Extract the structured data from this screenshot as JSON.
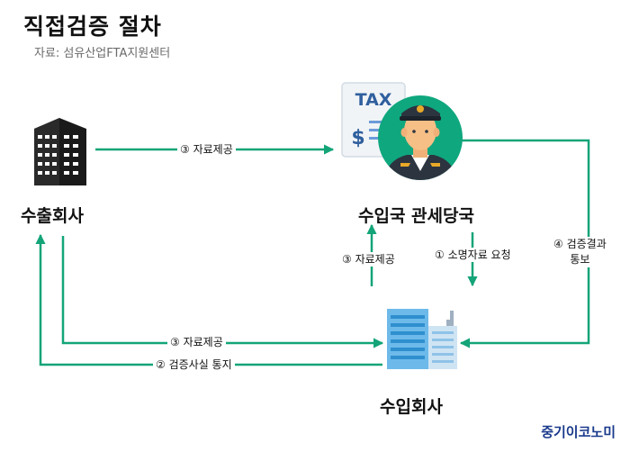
{
  "title": "직접검증 절차",
  "subtitle": "자료: 섬유산업FTA지원센터",
  "nodes": {
    "exporter": "수출회사",
    "customs": "수입국 관세당국",
    "importer": "수입회사"
  },
  "edges": {
    "exporter_to_customs": "③ 자료제공",
    "importer_to_customs": "③ 자료제공",
    "customs_request": "① 소명자료 요청",
    "customs_result_line1": "④ 검증결과",
    "customs_result_line2": "통보",
    "exporter_to_importer": "③ 자료제공",
    "importer_notice": "② 검증사실 통지"
  },
  "icons": {
    "tax_doc_text": "TAX",
    "tax_doc_symbol": "$"
  },
  "footer": "중기이코노미",
  "colors": {
    "arrow": "#13a478",
    "building": "#1a1a1a",
    "importer_building": "#5fb2e6",
    "uniform": "#2c3440",
    "skin": "#f5bf86",
    "badge": "#e8a928",
    "footer": "#1a3a8c"
  }
}
